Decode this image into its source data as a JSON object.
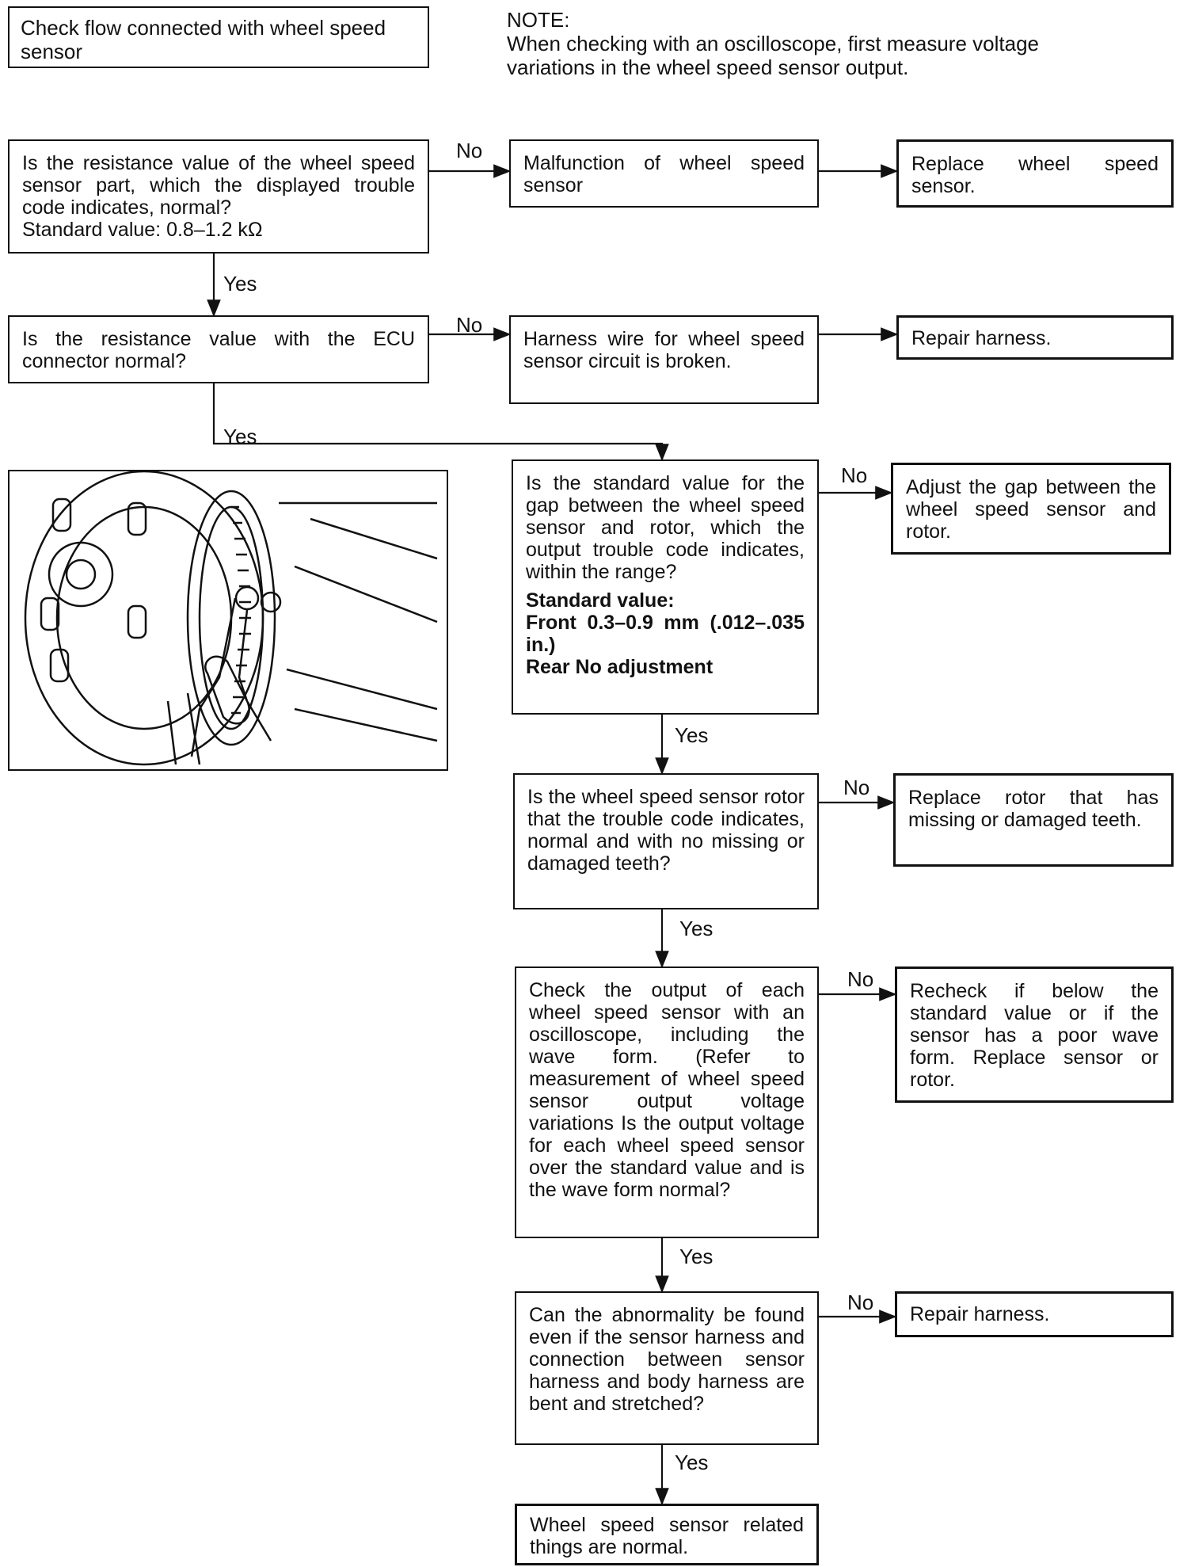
{
  "header": {
    "title": "Check flow connected with wheel speed sensor",
    "note_label": "NOTE:",
    "note_text": "When checking with an oscilloscope, first measure voltage variations in the wheel speed sensor output."
  },
  "labels": {
    "yes": "Yes",
    "no": "No"
  },
  "nodes": {
    "q1": {
      "text": "Is the resistance value of the wheel speed sensor part, which the displayed trouble code indicates, normal?",
      "sub": "Standard value: 0.8–1.2 kΩ"
    },
    "m1": "Malfunction of wheel speed sensor",
    "a1": "Replace wheel speed sensor.",
    "q2": "Is the resistance value with the ECU connector normal?",
    "m2": "Harness wire for wheel speed sensor circuit is broken.",
    "a2": "Repair harness.",
    "q3": {
      "text": "Is the standard value for the gap between the wheel speed sensor and rotor, which the output trouble code indicates, within the range?",
      "std_label": "Standard value:",
      "front": "Front 0.3–0.9 mm (.012–.035 in.)",
      "rear": "Rear No adjustment"
    },
    "a3": "Adjust the gap between the wheel speed sensor and rotor.",
    "q4": "Is the wheel speed sensor rotor that the trouble code indicates, normal and with no missing or damaged teeth?",
    "a4": "Replace rotor that has missing or damaged teeth.",
    "q5": "Check the output of each wheel speed sensor with an oscilloscope, including the wave form. (Refer to measurement of wheel speed sensor output voltage variations Is the output voltage for each wheel speed sensor over the standard value and is the wave form normal?",
    "a5": "Recheck if below the standard value or if the sensor has a poor wave form. Replace sensor or rotor.",
    "q6": "Can the abnormality be found even if the sensor harness and connection between sensor harness and body harness are bent and stretched?",
    "a6": "Repair harness.",
    "end": "Wheel speed sensor related things are normal."
  }
}
